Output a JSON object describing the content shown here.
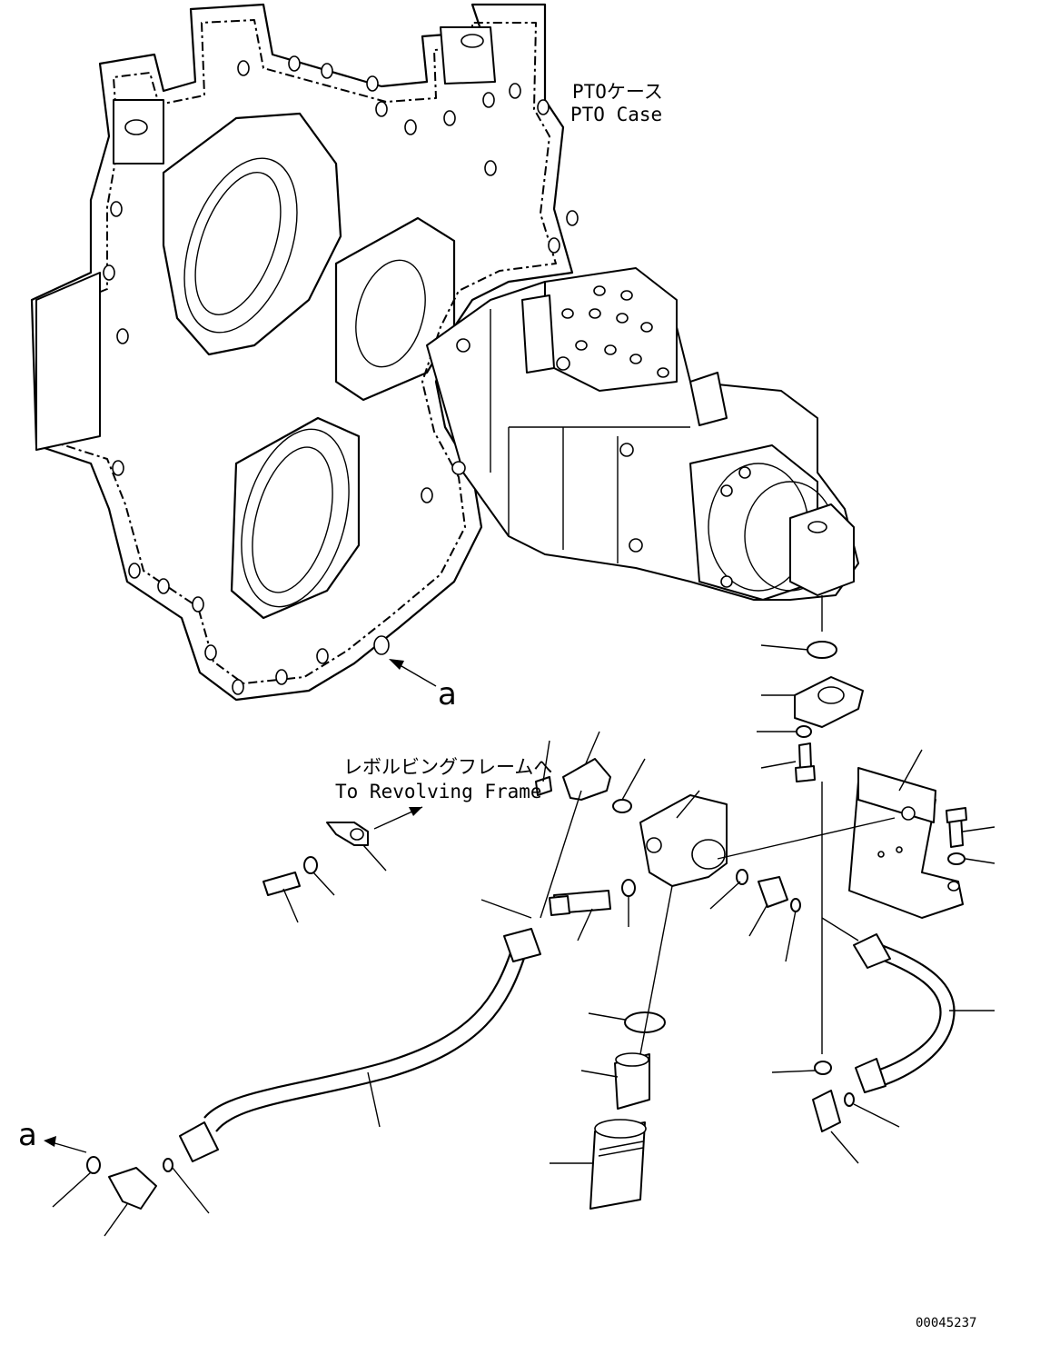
{
  "labels": {
    "pto_case_jp": "PTOケース",
    "pto_case_en": "PTO Case",
    "revolving_frame_jp": "レボルビングフレームへ",
    "revolving_frame_en": "To Revolving Frame",
    "marker_a": "a",
    "marker_a_lower": "a",
    "drawing_number": "00045237"
  },
  "colors": {
    "line": "#000000",
    "background": "#ffffff"
  }
}
